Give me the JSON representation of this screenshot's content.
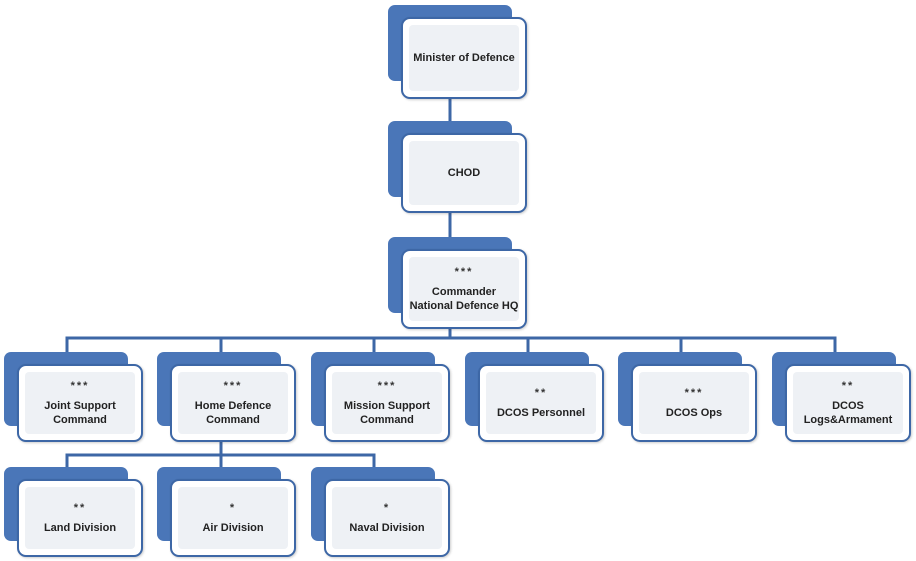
{
  "diagram": {
    "colors": {
      "box_back": "#4a76b8",
      "box_border": "#3d67a6",
      "connector": "#3d67a6"
    },
    "nodes": {
      "minister": {
        "stars": "",
        "lines": [
          "Minister of Defence"
        ]
      },
      "chod": {
        "stars": "",
        "lines": [
          "CHOD"
        ]
      },
      "commander": {
        "stars": "***",
        "lines": [
          "Commander",
          "National Defence HQ"
        ]
      },
      "joint_support": {
        "stars": "***",
        "lines": [
          "Joint Support",
          "Command"
        ]
      },
      "home_defence": {
        "stars": "***",
        "lines": [
          "Home Defence",
          "Command"
        ]
      },
      "mission_support": {
        "stars": "***",
        "lines": [
          "Mission Support",
          "Command"
        ]
      },
      "dcos_personnel": {
        "stars": "**",
        "lines": [
          "DCOS Personnel"
        ]
      },
      "dcos_ops": {
        "stars": "***",
        "lines": [
          "DCOS Ops"
        ]
      },
      "dcos_logs": {
        "stars": "**",
        "lines": [
          "DCOS",
          "Logs&Armament"
        ]
      },
      "land_division": {
        "stars": "**",
        "lines": [
          "Land Division"
        ]
      },
      "air_division": {
        "stars": "*",
        "lines": [
          "Air Division"
        ]
      },
      "naval_division": {
        "stars": "*",
        "lines": [
          "Naval Division"
        ]
      }
    }
  }
}
